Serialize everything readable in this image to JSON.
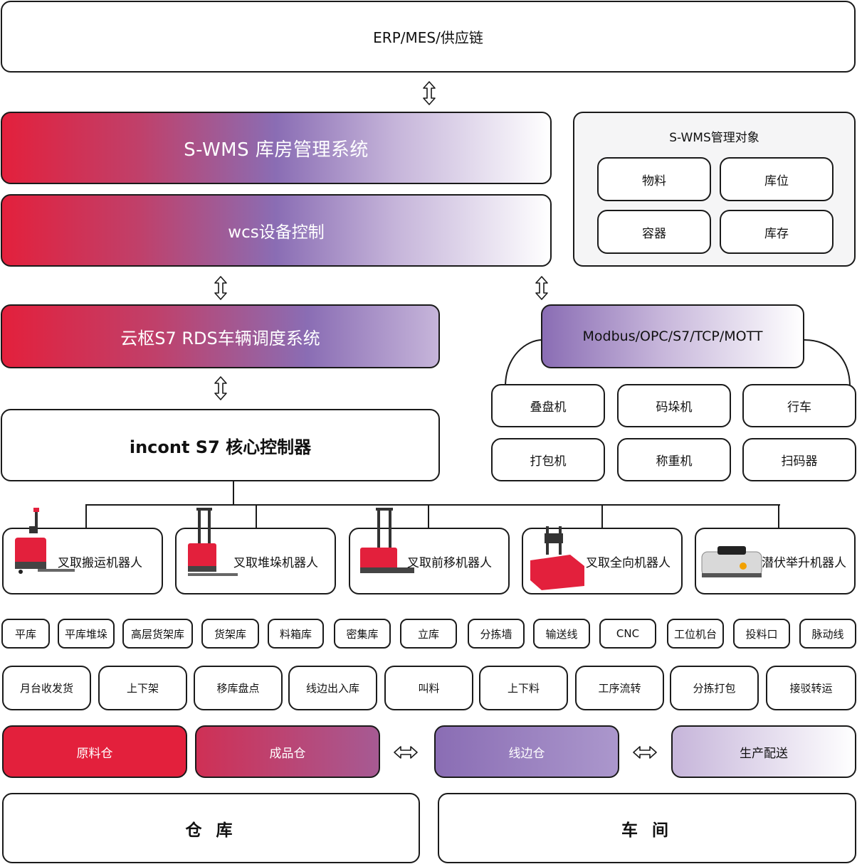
{
  "top": {
    "erp": "ERP/MES/供应链"
  },
  "layers": {
    "swms": "S-WMS 库房管理系统",
    "wcs": "wcs设备控制",
    "rds": "云枢S7 RDS车辆调度系统",
    "controller": "incont S7 核心控制器"
  },
  "objects_panel": {
    "title": "S-WMS管理对象",
    "items": [
      "物料",
      "库位",
      "容器",
      "库存"
    ]
  },
  "protocols": {
    "label": "Modbus/OPC/S7/TCP/MOTT",
    "devices": [
      "叠盘机",
      "码垛机",
      "行车",
      "打包机",
      "称重机",
      "扫码器"
    ]
  },
  "robots": [
    {
      "label": "叉取搬运机器人"
    },
    {
      "label": "叉取堆垛机器人"
    },
    {
      "label": "叉取前移机器人"
    },
    {
      "label": "叉取全向机器人"
    },
    {
      "label": "潜伏举升机器人"
    }
  ],
  "scenes": [
    "平库",
    "平库堆垛",
    "高层货架库",
    "货架库",
    "料箱库",
    "密集库",
    "立库",
    "分拣墙",
    "输送线",
    "CNC",
    "工位机台",
    "投料口",
    "脉动线"
  ],
  "operations": [
    "月台收发货",
    "上下架",
    "移库盘点",
    "线边出入库",
    "叫料",
    "上下料",
    "工序流转",
    "分拣打包",
    "接驳转运"
  ],
  "flow": [
    "原料仓",
    "成品仓",
    "线边仓",
    "生产配送"
  ],
  "bottom": {
    "warehouse": "仓 库",
    "workshop": "车 间"
  },
  "colors": {
    "red": "#e3203c",
    "purple": "#8a6db4",
    "lavender": "#c6b5da",
    "border": "#1a1a1a"
  }
}
